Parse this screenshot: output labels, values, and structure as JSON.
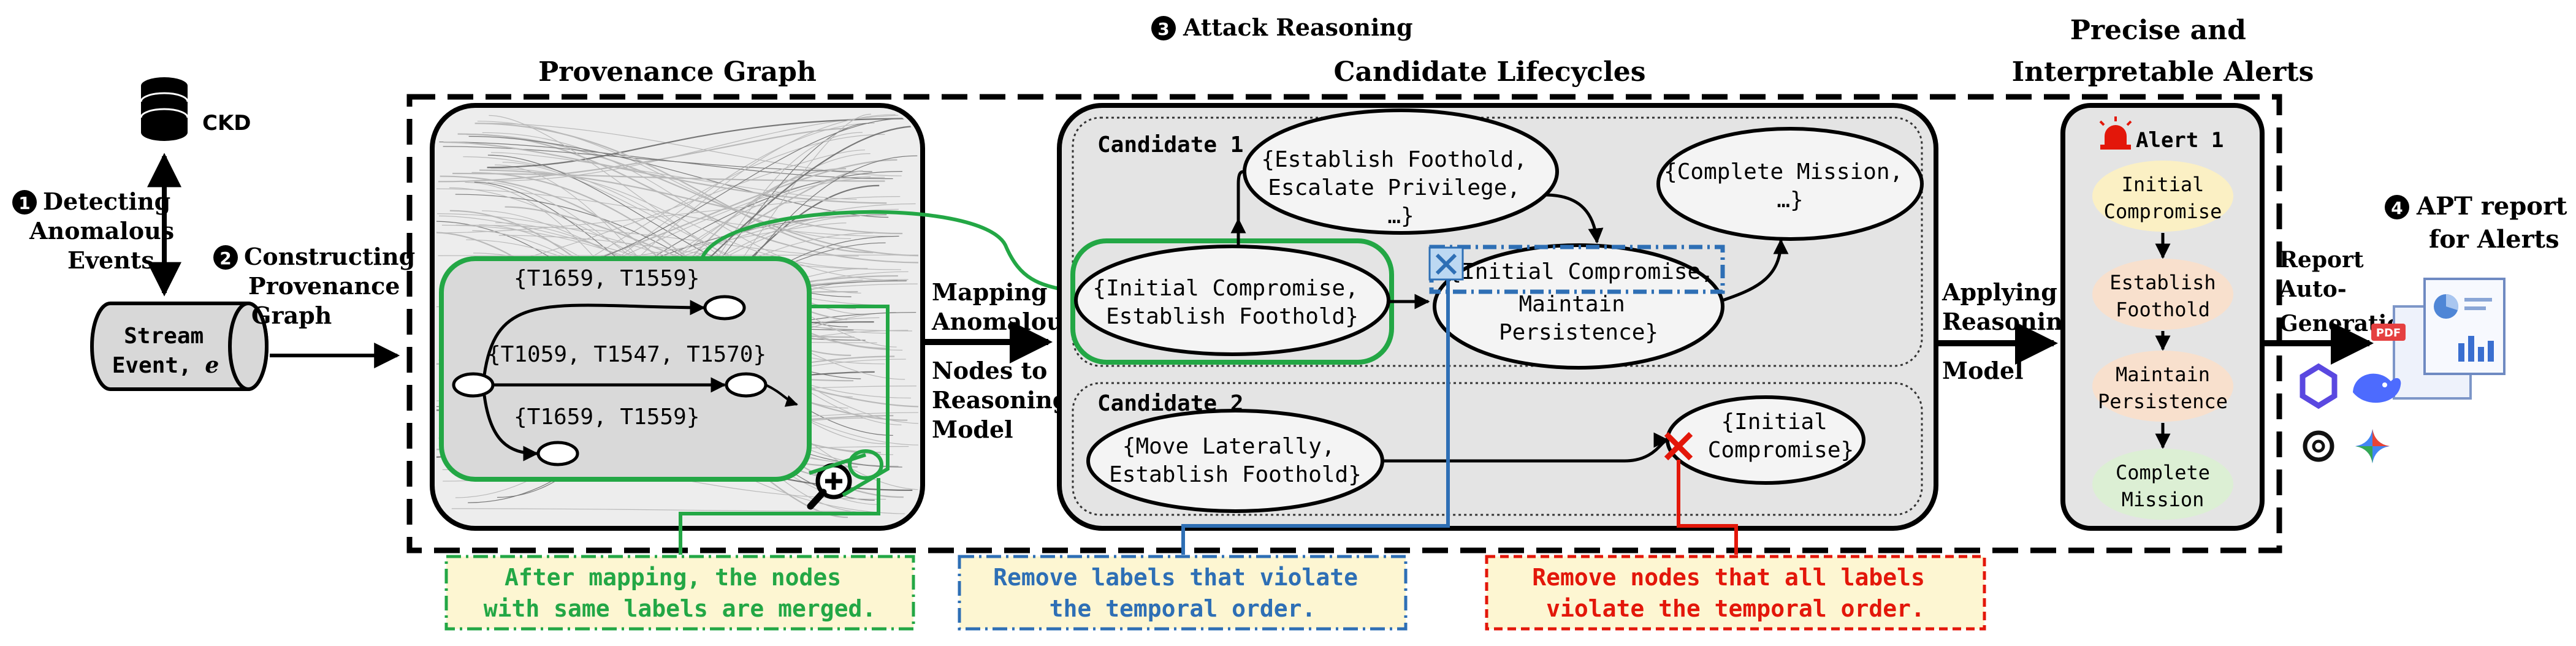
{
  "steps": {
    "s1": {
      "num": "1",
      "lines": [
        "Detecting",
        "Anomalous",
        "Events"
      ]
    },
    "s2": {
      "num": "2",
      "lines": [
        "Constructing",
        "Provenance",
        "Graph"
      ]
    },
    "s3": {
      "num": "3",
      "label": "Attack Reasoning"
    },
    "s4": {
      "num": "4",
      "lines": [
        "APT report",
        "for Alerts"
      ]
    }
  },
  "ckd_label": "CKD",
  "stream": {
    "line1": "Stream",
    "line2": "Event, ",
    "var": "e"
  },
  "provenance": {
    "title": "Provenance Graph",
    "labels": [
      "{T1659, T1559}",
      "{T1059, T1547, T1570}",
      "{T1659, T1559}"
    ]
  },
  "mapping": {
    "lines": [
      "Mapping",
      "Anomalous",
      "Nodes to",
      "Reasoning",
      "Model"
    ]
  },
  "lifecycles": {
    "title": "Candidate Lifecycles",
    "c1": {
      "title": "Candidate 1",
      "n1": [
        "{Initial Compromise,",
        "Establish Foothold}"
      ],
      "n2": [
        "{Establish Foothold,",
        "Escalate Privilege,",
        "…}"
      ],
      "n3": [
        "{Initial Compromise,",
        "Maintain",
        "Persistence}"
      ],
      "n4": [
        "{Complete Mission,",
        "…}"
      ]
    },
    "c2": {
      "title": "Candidate 2",
      "n1": [
        "{Move Laterally,",
        "Establish Foothold}"
      ],
      "n2": [
        "{Initial",
        "Compromise}"
      ]
    }
  },
  "applying": {
    "lines": [
      "Applying",
      "Reasoning",
      "Model"
    ]
  },
  "alerts": {
    "title": [
      "Precise and",
      "Interpretable Alerts"
    ],
    "alert_label": "Alert 1",
    "stages": [
      {
        "lines": [
          "Initial",
          "Compromise"
        ],
        "color": "#fbf0c4"
      },
      {
        "lines": [
          "Establish",
          "Foothold"
        ],
        "color": "#f8e0cd"
      },
      {
        "lines": [
          "Maintain",
          "Persistence"
        ],
        "color": "#f8e0cd"
      },
      {
        "lines": [
          "Complete",
          "Mission"
        ],
        "color": "#dcefd4"
      }
    ]
  },
  "report": {
    "lines": [
      "Report",
      "Auto-",
      "Generation"
    ],
    "pdf": "PDF"
  },
  "notes": {
    "green": [
      "After mapping, the nodes",
      "with same labels are merged."
    ],
    "blue": [
      "Remove labels that violate",
      "the temporal order."
    ],
    "red": [
      "Remove nodes that all labels",
      "violate the temporal order."
    ]
  },
  "colors": {
    "green": "#23a745",
    "blue": "#2e6fb5",
    "red": "#e3170a",
    "note_bg": "#fdf6d2",
    "panel": "#e4e4e4"
  }
}
